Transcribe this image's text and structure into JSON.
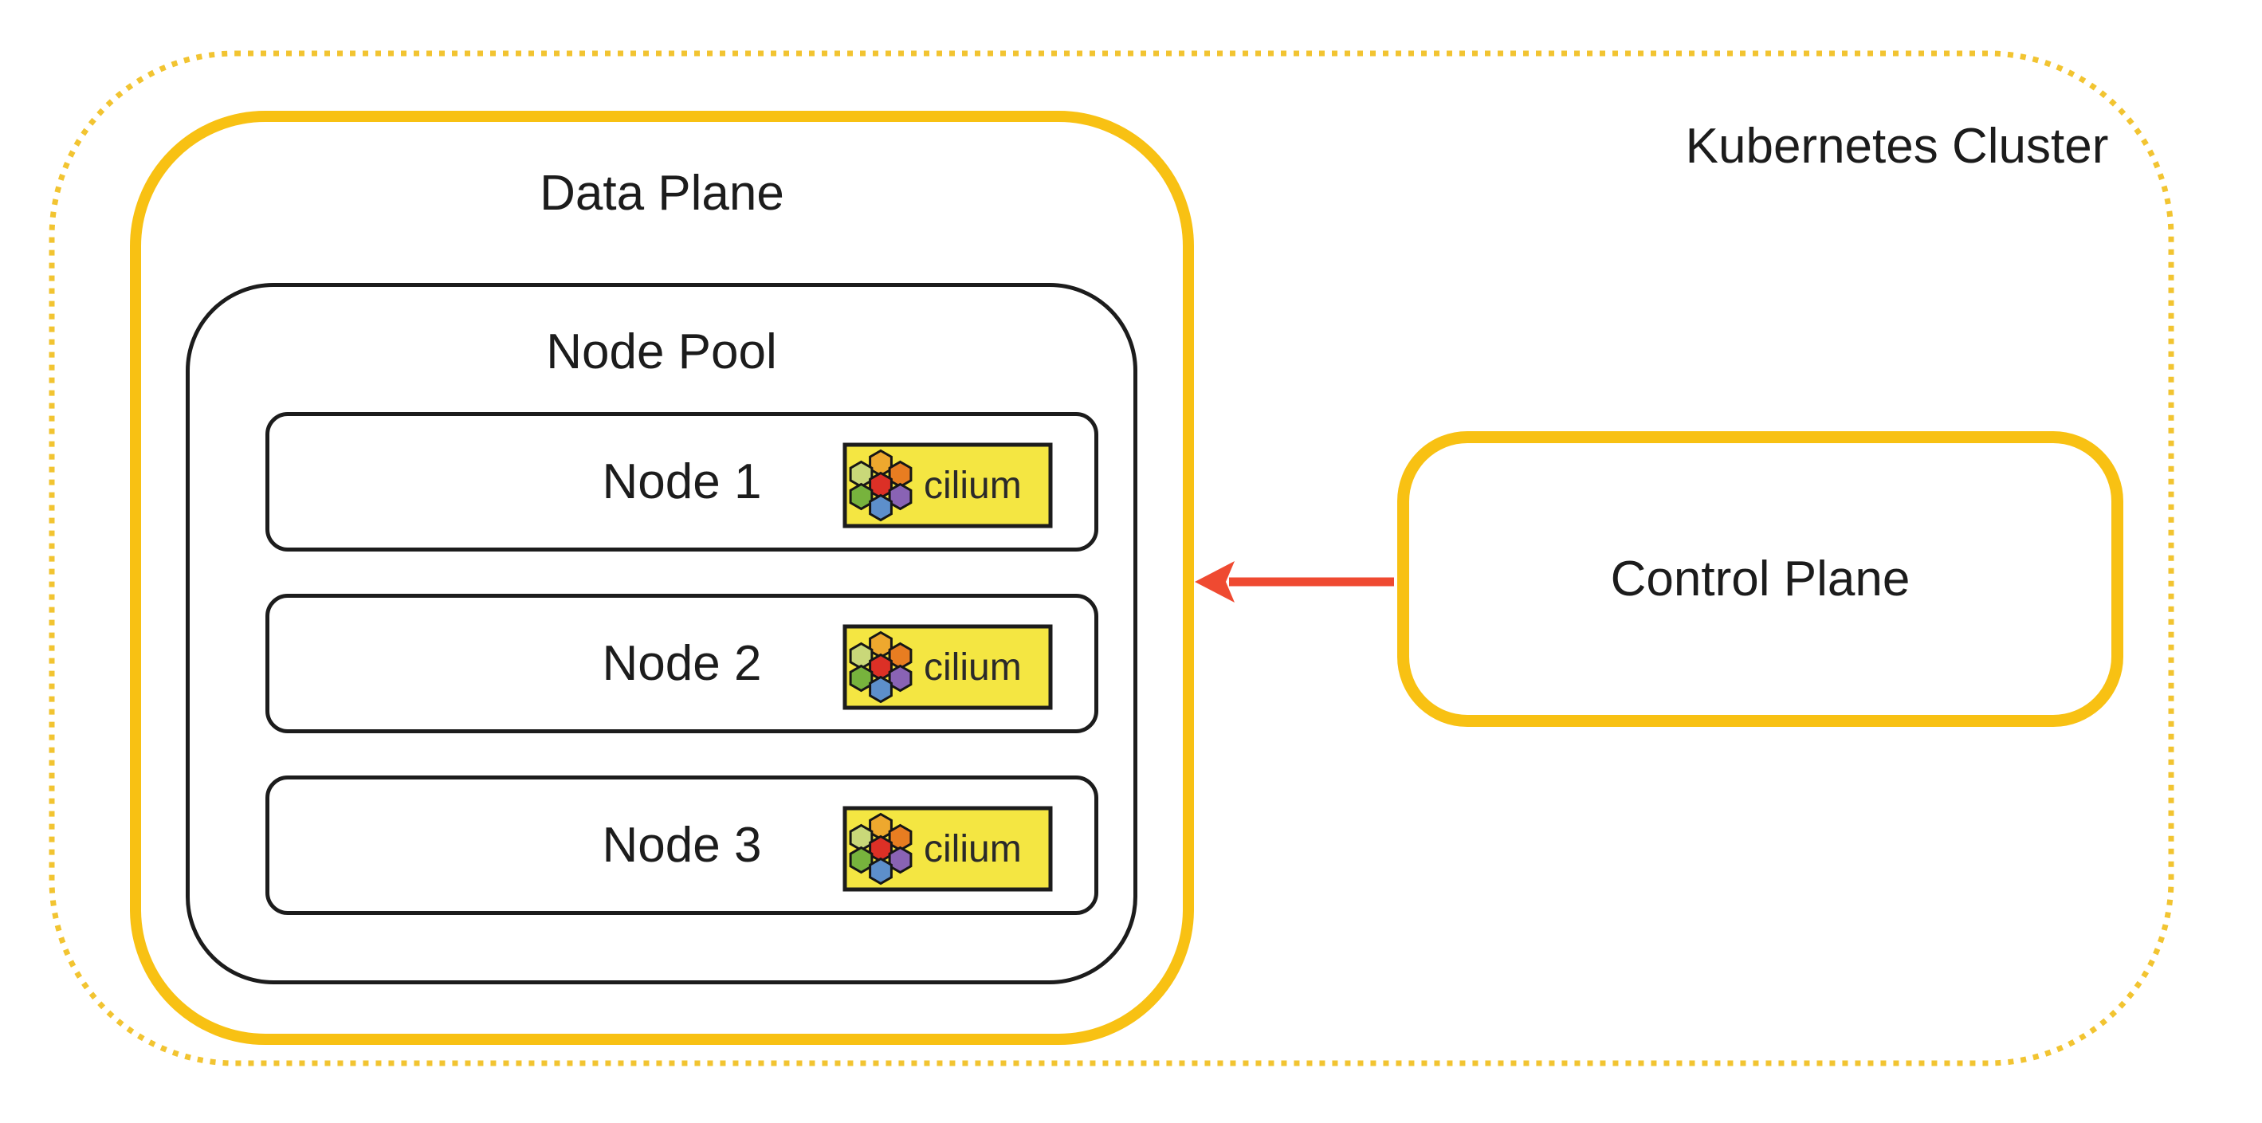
{
  "cluster": {
    "label": "Kubernetes Cluster"
  },
  "data_plane": {
    "label": "Data Plane"
  },
  "node_pool": {
    "label": "Node Pool",
    "nodes": [
      {
        "label": "Node 1"
      },
      {
        "label": "Node 2"
      },
      {
        "label": "Node 3"
      }
    ]
  },
  "control_plane": {
    "label": "Control Plane"
  },
  "cilium_badge": {
    "label": "cilium",
    "background": "#F4E642",
    "outline": "#1C1C1C",
    "text_color": "#2A2A2A",
    "hex_colors": [
      "#EEA82E",
      "#C9D879",
      "#E87D21",
      "#DC3026",
      "#77B33D",
      "#8963B4",
      "#5D8FCB"
    ]
  },
  "connection": {
    "from": "Control Plane",
    "to": "Data Plane",
    "color": "#EF4A31"
  },
  "colors": {
    "border_yellow": "#F8C113",
    "dotted_yellow": "#F2C431",
    "ink": "#1C1C1C",
    "arrow_red": "#EF4A31"
  }
}
